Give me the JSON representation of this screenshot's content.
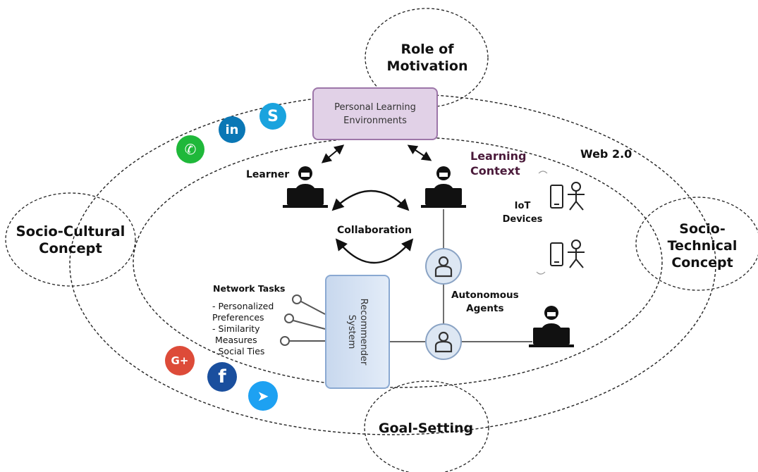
{
  "concepts": {
    "role_of_motivation": [
      "Role of",
      "Motivation"
    ],
    "socio_cultural": [
      "Socio-Cultural",
      "Concept"
    ],
    "socio_technical": [
      "Socio-",
      "Technical",
      "Concept"
    ],
    "goal_setting": "Goal-Setting"
  },
  "ple": [
    "Personal Learning",
    "Environments"
  ],
  "labels": {
    "learning_context": [
      "Learning",
      "Context"
    ],
    "web20": "Web 2.0",
    "learner": "Learner",
    "collaboration": "Collaboration",
    "iot": [
      "IoT",
      "Devices"
    ],
    "autonomous": [
      "Autonomous",
      "Agents"
    ]
  },
  "network_tasks": {
    "title": "Network Tasks",
    "lines": [
      "- Personalized",
      "Preferences",
      "- Similarity",
      "Measures",
      "- Social Ties"
    ]
  },
  "recommender": [
    "Recommender",
    "System"
  ],
  "social_icons": {
    "skype": "S",
    "linkedin": "in",
    "whatsapp": "✆",
    "googleplus": "G+",
    "facebook": "f",
    "twitter": "➤"
  },
  "colors": {
    "ple_fill": "#e1d1e7",
    "ple_border": "#9d76a9",
    "recommender_fill": "#d3e1f2",
    "agent_fill": "#dde7f3",
    "learning_context": "#4a1a3a",
    "skype": "#1aa3de",
    "linkedin": "#0a77b5",
    "whatsapp": "#1fb83a",
    "googleplus": "#dd4b39",
    "facebook": "#1a4f9e",
    "twitter": "#1da1f2"
  }
}
